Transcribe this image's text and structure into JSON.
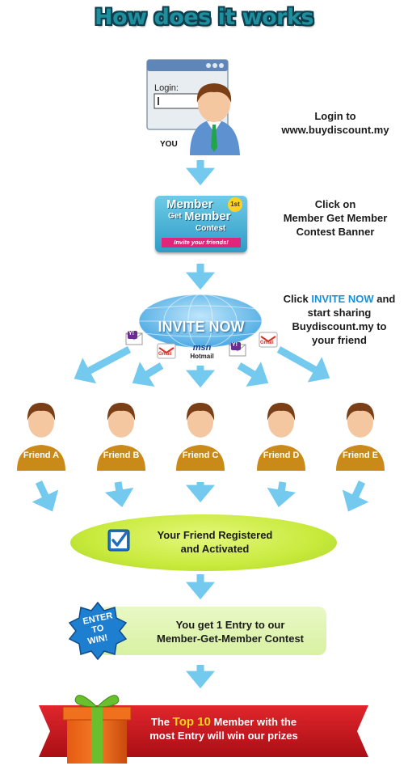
{
  "title": "How does it works",
  "step1": {
    "login_label": "Login:",
    "you_label": "YOU",
    "text_line1": "Login to",
    "text_line2": "www.buydiscount.my"
  },
  "step2": {
    "banner_line1": "Member",
    "banner_line2a": "Get",
    "banner_line2b": "Member",
    "banner_line3": "Contest",
    "banner_badge": "1st",
    "banner_ribbon": "Invite your friends!",
    "text_line1": "Click on",
    "text_line2": "Member Get Member",
    "text_line3": "Contest Banner"
  },
  "step3": {
    "invite_button": "INVITE NOW",
    "text_prefix": "Click ",
    "text_highlight": "INVITE NOW",
    "text_suffix": " and",
    "text_line2": "start sharing",
    "text_line3": "Buydiscount.my to",
    "text_line4": "your friend",
    "services": {
      "yahoo": "Y!",
      "gmail": "Gmail",
      "msn": "msn",
      "hotmail": "Hotmail"
    }
  },
  "friends": [
    {
      "label": "Friend A"
    },
    {
      "label": "Friend B"
    },
    {
      "label": "Friend C"
    },
    {
      "label": "Friend D"
    },
    {
      "label": "Friend E"
    }
  ],
  "step4": {
    "text_line1": "Your Friend Registered",
    "text_line2": "and Activated"
  },
  "step5": {
    "badge_line1": "ENTER",
    "badge_line2": "TO",
    "badge_line3": "WIN!",
    "text_line1": "You get 1 Entry to our",
    "text_line2": "Member-Get-Member Contest"
  },
  "step6": {
    "text_prefix": "The ",
    "text_highlight": "Top 10",
    "text_suffix": " Member with the",
    "text_line2": "most Entry will win our prizes"
  },
  "colors": {
    "arrow": "#74c9ee",
    "title_fill": "#1f8e9d",
    "title_stroke": "#0d3e4d",
    "highlight_blue": "#1a8fd6",
    "highlight_yellow": "#ffd21f",
    "friend_label_bg": "#c98a1a",
    "banner_red": "#c8141c"
  }
}
